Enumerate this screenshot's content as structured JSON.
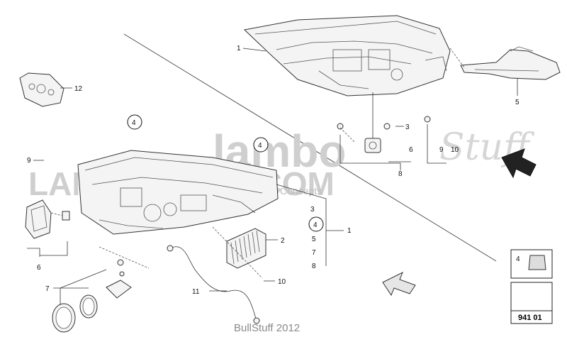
{
  "watermark": {
    "brand": "lambo",
    "script": "Stuff",
    "site": "LAMBOSTUFF.COM",
    "tagline": "Concepts"
  },
  "footer": {
    "copyright": "BullStuff 2012"
  },
  "reference_box": {
    "number": "941 01",
    "item": "4"
  },
  "callouts": {
    "c1": "1",
    "c2": "2",
    "c3": "3",
    "c4": "4",
    "c5": "5",
    "c6": "6",
    "c7": "7",
    "c8": "8",
    "c9": "9",
    "c10": "10",
    "c11": "11",
    "c12": "12",
    "group_3": "3",
    "group_4": "4",
    "group_5": "5",
    "group_7": "7",
    "group_8": "8",
    "group_1": "1",
    "upper_6": "6",
    "upper_8": "8",
    "upper_9": "9",
    "upper_10": "10",
    "upper_3": "3",
    "left_9": "9",
    "left_6": "6",
    "left_7": "7",
    "mid_4a": "4",
    "mid_4b": "4",
    "bot_10": "10"
  },
  "colors": {
    "line": "#333333",
    "watermark": "#cfcfcf",
    "part_fill": "#f4f4f4"
  }
}
